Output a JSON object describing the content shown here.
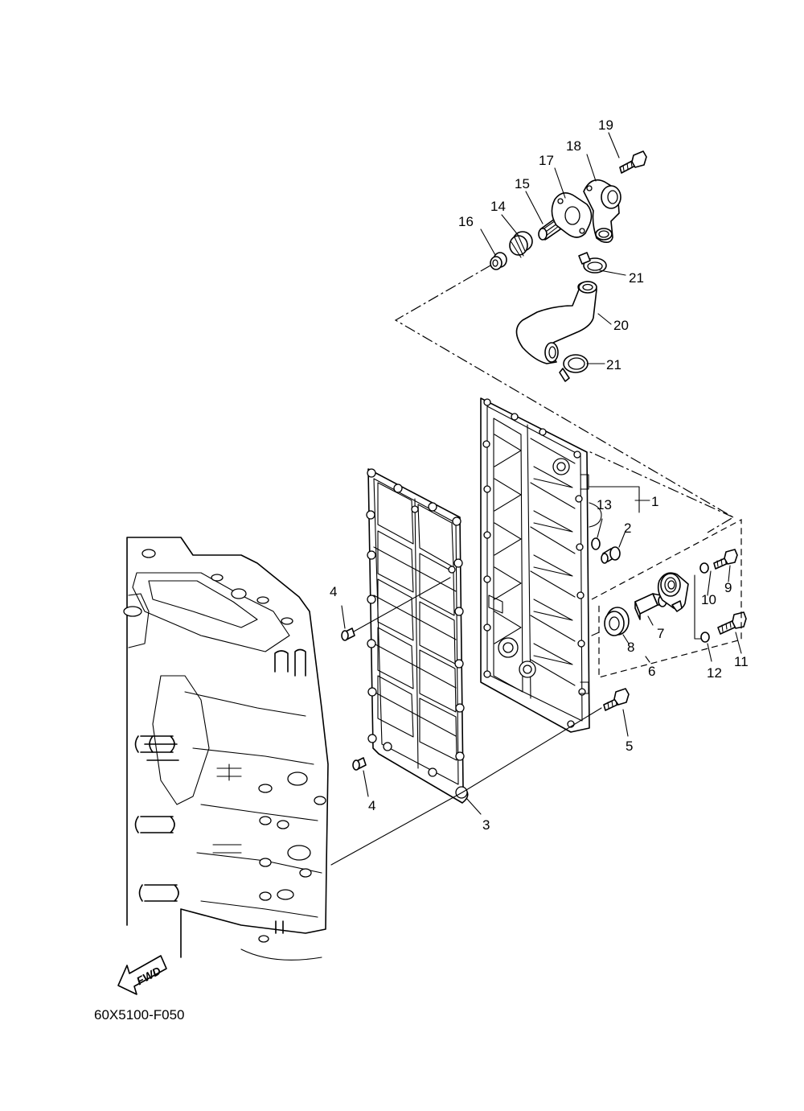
{
  "callouts": [
    "19",
    "18",
    "17",
    "15",
    "14",
    "16",
    "21",
    "20",
    "21",
    "1",
    "13",
    "2",
    "9",
    "10",
    "4",
    "7",
    "8",
    "11",
    "6",
    "12",
    "5",
    "4",
    "3"
  ],
  "fwd_label": "FWD",
  "reference_code": "60X5100-F050"
}
